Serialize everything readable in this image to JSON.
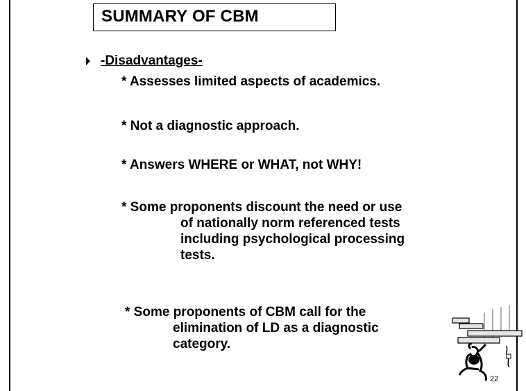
{
  "title": "SUMMARY OF CBM",
  "heading": "-Disadvantages-",
  "items": [
    {
      "lines": [
        "* Assesses limited aspects of academics."
      ]
    },
    {
      "lines": [
        "* Not a diagnostic approach."
      ]
    },
    {
      "lines": [
        "* Answers WHERE or WHAT, not WHY!"
      ]
    },
    {
      "lines": [
        "* Some proponents discount the need or use",
        "of nationally norm referenced tests",
        "including psychological processing",
        "tests."
      ]
    },
    {
      "lines": [
        "* Some proponents of CBM call for the",
        "elimination of LD as a diagnostic",
        "category."
      ]
    }
  ],
  "page_number": "22",
  "clipart_icon": "person-lifting-books-icon"
}
